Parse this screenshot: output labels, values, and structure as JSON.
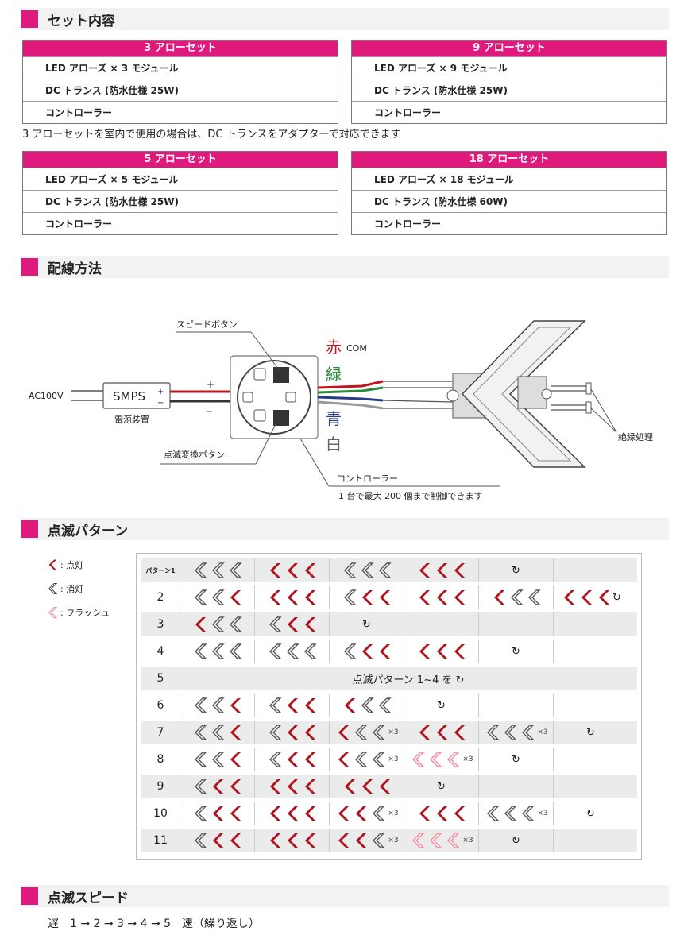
{
  "sections": {
    "sets": "セット内容",
    "wiring": "配線方法",
    "pattern": "点滅パターン",
    "speed": "点滅スピード"
  },
  "sets": [
    {
      "title": "3 アローセット",
      "rows": [
        "LED アローズ × 3 モジュール",
        "DC トランス (防水仕様 25W)",
        "コントローラー"
      ]
    },
    {
      "title": "9 アローセット",
      "rows": [
        "LED アローズ × 9 モジュール",
        "DC トランス (防水仕様 25W)",
        "コントローラー"
      ]
    },
    {
      "title": "5 アローセット",
      "rows": [
        "LED アローズ × 5 モジュール",
        "DC トランス (防水仕様 25W)",
        "コントローラー"
      ]
    },
    {
      "title": "18 アローセット",
      "rows": [
        "LED アローズ × 18 モジュール",
        "DC トランス (防水仕様 60W)",
        "コントローラー"
      ]
    }
  ],
  "note": "3 アローセットを室内で使用の場合は、DC トランスをアダプターで対応できます",
  "diagram": {
    "ac": "AC100V",
    "smps": "SMPS",
    "power_label": "電源装置",
    "speed_button": "スピードボタン",
    "blink_button": "点滅変換ボタン",
    "red": "赤",
    "com": "COM",
    "green": "緑",
    "blue": "青",
    "white": "白",
    "controller": "コントローラー",
    "controller_note": "1 台で最大 200 個まで制御できます",
    "insulation": "絶縁処理",
    "plus": "+",
    "minus": "−"
  },
  "legend": {
    "on": ": 点灯",
    "off": ": 消灯",
    "flash": ": フラッシュ"
  },
  "pattern_rows": [
    {
      "num": "パターン1",
      "cells": [
        "ooo",
        "RRR",
        "ooo",
        "RRR",
        "S",
        ""
      ]
    },
    {
      "num": "2",
      "cells": [
        "ooR",
        "RRR",
        "oRR",
        "RRR",
        "Roo",
        "RRRS"
      ]
    },
    {
      "num": "3",
      "cells": [
        "Roo",
        "oRR",
        "S",
        "",
        "",
        ""
      ]
    },
    {
      "num": "4",
      "cells": [
        "ooo",
        "ooo",
        "oRR",
        "RRR",
        "S",
        ""
      ]
    },
    {
      "num": "5",
      "merged": "点滅パターン 1~4 を"
    },
    {
      "num": "6",
      "cells": [
        "ooR",
        "oRR",
        "Roo",
        "S",
        "",
        ""
      ]
    },
    {
      "num": "7",
      "cells": [
        "ooR",
        "oRR",
        "Roo×3",
        "RRR",
        "ooo×3",
        "S"
      ]
    },
    {
      "num": "8",
      "cells": [
        "ooR",
        "oRR",
        "Roo×3",
        "FFF×3",
        "S",
        ""
      ]
    },
    {
      "num": "9",
      "cells": [
        "oRR",
        "RRR",
        "RRR",
        "S",
        "",
        ""
      ]
    },
    {
      "num": "10",
      "cells": [
        "oRR",
        "RRR",
        "RRo×3",
        "RRR",
        "ooo×3",
        "S"
      ]
    },
    {
      "num": "11",
      "cells": [
        "oRR",
        "RRR",
        "RRo×3",
        "FFF×3",
        "S",
        ""
      ]
    }
  ],
  "speed_text": "遅　1 → 2 → 3 → 4 → 5　速（繰り返し）",
  "colors": {
    "accent": "#e0197d",
    "on": "#b3121c",
    "off": "#555555",
    "flash": "#f08a9a"
  }
}
